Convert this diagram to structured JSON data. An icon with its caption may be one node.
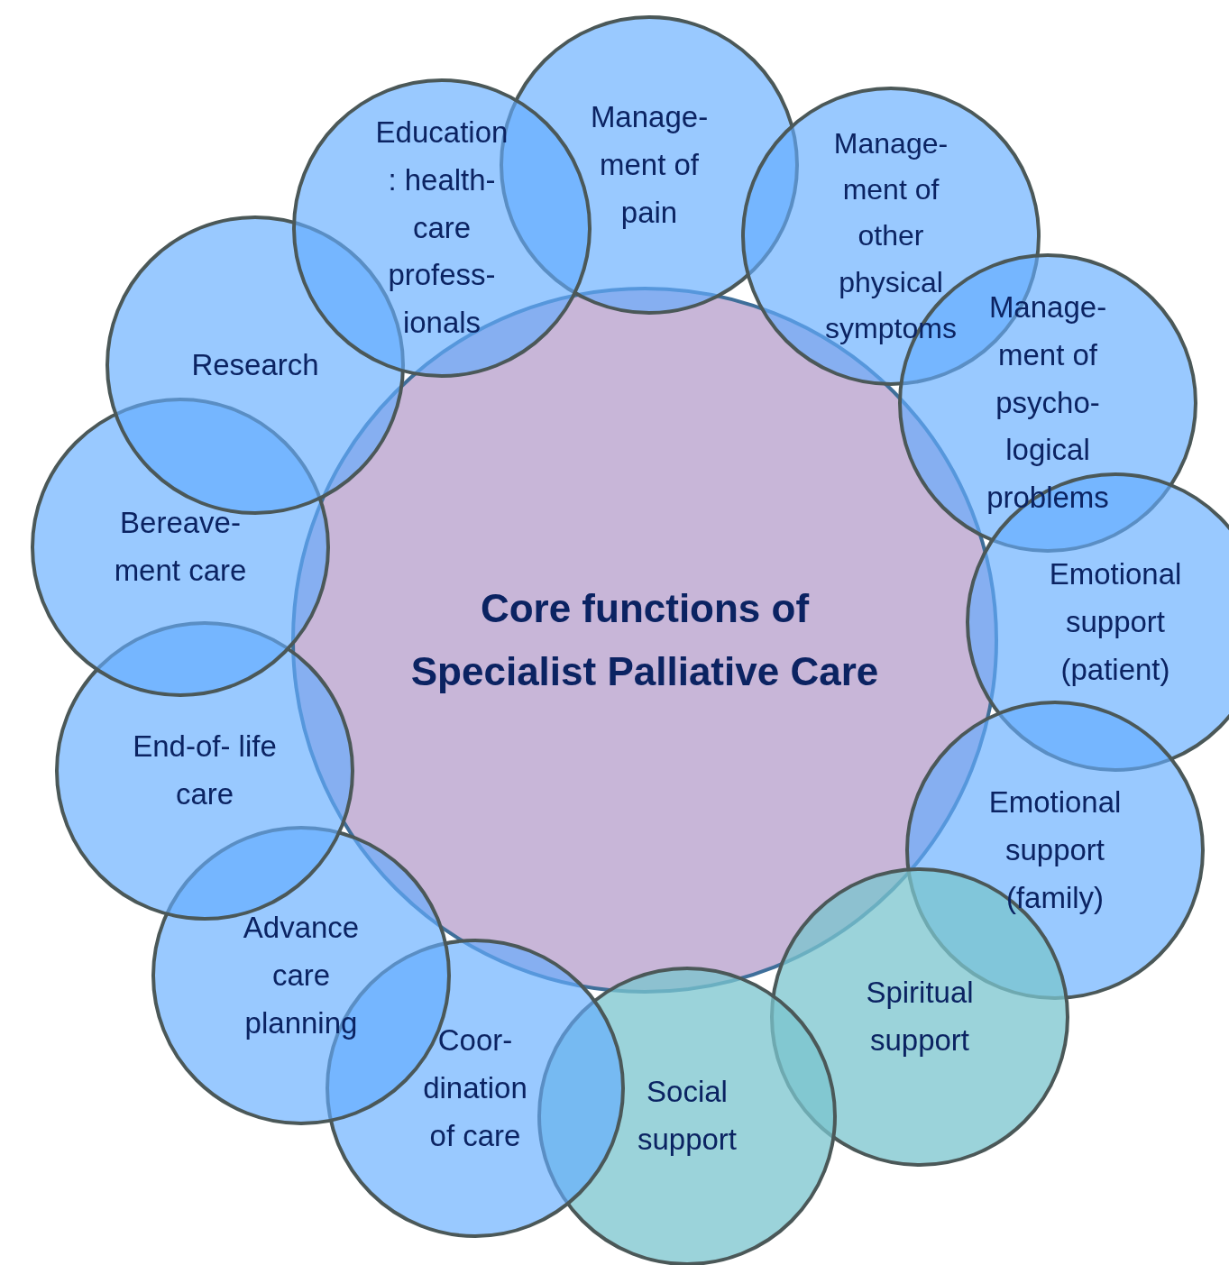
{
  "diagram": {
    "nodes": [
      {
        "text": [
          "Core functions of Specialist Palliative Care"
        ]
      },
      {
        "text": [
          "Manage- ment of pain"
        ]
      },
      {
        "text": [
          "Manage- ment of other physical symptoms"
        ]
      },
      {
        "text": [
          "Manage- ment of psycho- logical problems"
        ]
      },
      {
        "text": [
          "Emotional support (patient)"
        ]
      },
      {
        "text": [
          "Emotional support (family)"
        ]
      },
      {
        "text": [
          "Spiritual support"
        ]
      },
      {
        "text": [
          "Social support"
        ]
      },
      {
        "text": [
          "Coor- dination of care"
        ]
      },
      {
        "text": [
          "Advance care planning"
        ]
      },
      {
        "text": [
          "End-of- life care"
        ]
      },
      {
        "text": [
          "Bereave- ment care"
        ]
      },
      {
        "text": [
          "Research"
        ]
      },
      {
        "text": [
          "Education : health- care profess- ionals"
        ]
      }
    ]
  }
}
